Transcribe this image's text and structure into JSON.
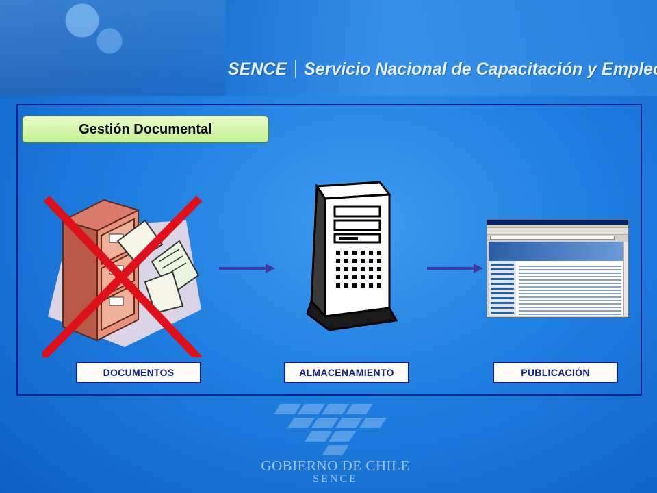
{
  "header": {
    "brand_short": "SENCE",
    "brand_full": "Servicio Nacional de Capacitación y Empleo"
  },
  "diagram": {
    "title": "Gestión Documental",
    "nodes": [
      {
        "id": "documentos",
        "label": "DOCUMENTOS",
        "icon": "filing-cabinet-icon",
        "crossed_out": true
      },
      {
        "id": "almacenamiento",
        "label": "ALMACENAMIENTO",
        "icon": "server-tower-icon"
      },
      {
        "id": "publicacion",
        "label": "PUBLICACIÓN",
        "icon": "web-browser-icon"
      }
    ],
    "edges": [
      {
        "from": "documentos",
        "to": "almacenamiento"
      },
      {
        "from": "almacenamiento",
        "to": "publicacion"
      }
    ]
  },
  "footer": {
    "line1": "GOBIERNO DE CHILE",
    "line2": "SENCE"
  },
  "colors": {
    "frame": "#0a1f8a",
    "title_bg": "#d4f5aa",
    "cross": "#e0101a",
    "arrow": "#3a3aa0"
  }
}
